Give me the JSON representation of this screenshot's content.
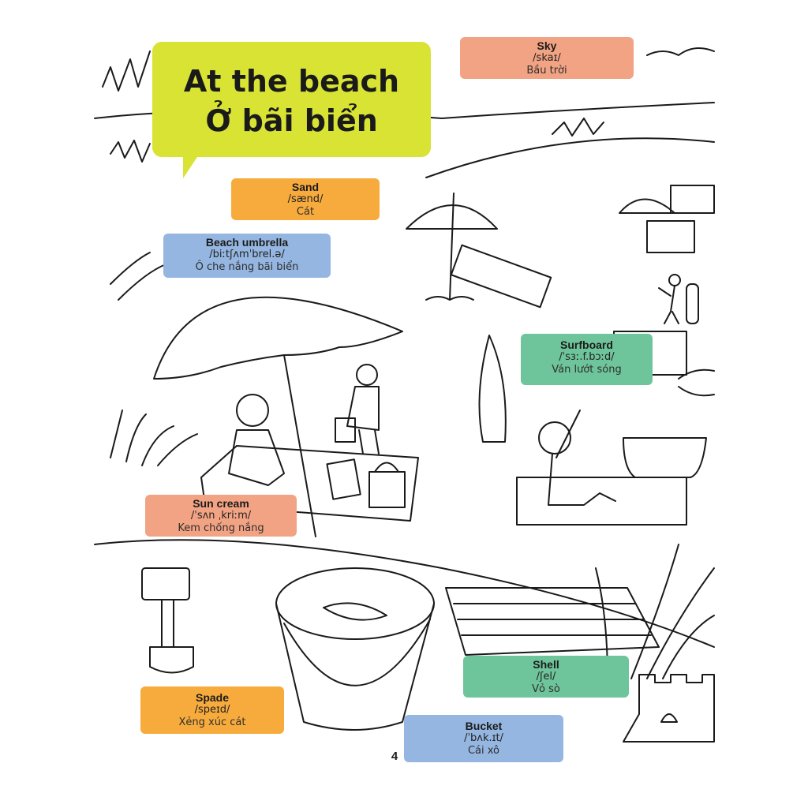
{
  "title": {
    "line1": "At the beach",
    "line2": "Ở bãi biển"
  },
  "cards": {
    "sky": {
      "word": "Sky",
      "phonetic": "/skaɪ/",
      "translation": "Bầu trời"
    },
    "sand": {
      "word": "Sand",
      "phonetic": "/sænd/",
      "translation": "Cát"
    },
    "beach_umbrella": {
      "word": "Beach umbrella",
      "phonetic": "/biːtʃʌmˈbrel.ə/",
      "translation": "Ô che nắng bãi biển"
    },
    "surfboard": {
      "word": "Surfboard",
      "phonetic": "/ˈsɜː.f.bɔːd/",
      "translation": "Ván lướt sóng"
    },
    "sun_cream": {
      "word": "Sun cream",
      "phonetic": "/ˈsʌn ˌkriːm/",
      "translation": "Kem chống nắng"
    },
    "shell": {
      "word": "Shell",
      "phonetic": "/ʃel/",
      "translation": "Vỏ sò"
    },
    "spade": {
      "word": "Spade",
      "phonetic": "/speɪd/",
      "translation": "Xẻng xúc cát"
    },
    "bucket": {
      "word": "Bucket",
      "phonetic": "/ˈbʌk.ɪt/",
      "translation": "Cái xô"
    }
  },
  "page_number": "4",
  "colors": {
    "title_bubble": "#d8e334",
    "salmon": "#f2a383",
    "orange": "#f7ab3d",
    "blue": "#94b6e0",
    "green": "#6ec49b"
  }
}
